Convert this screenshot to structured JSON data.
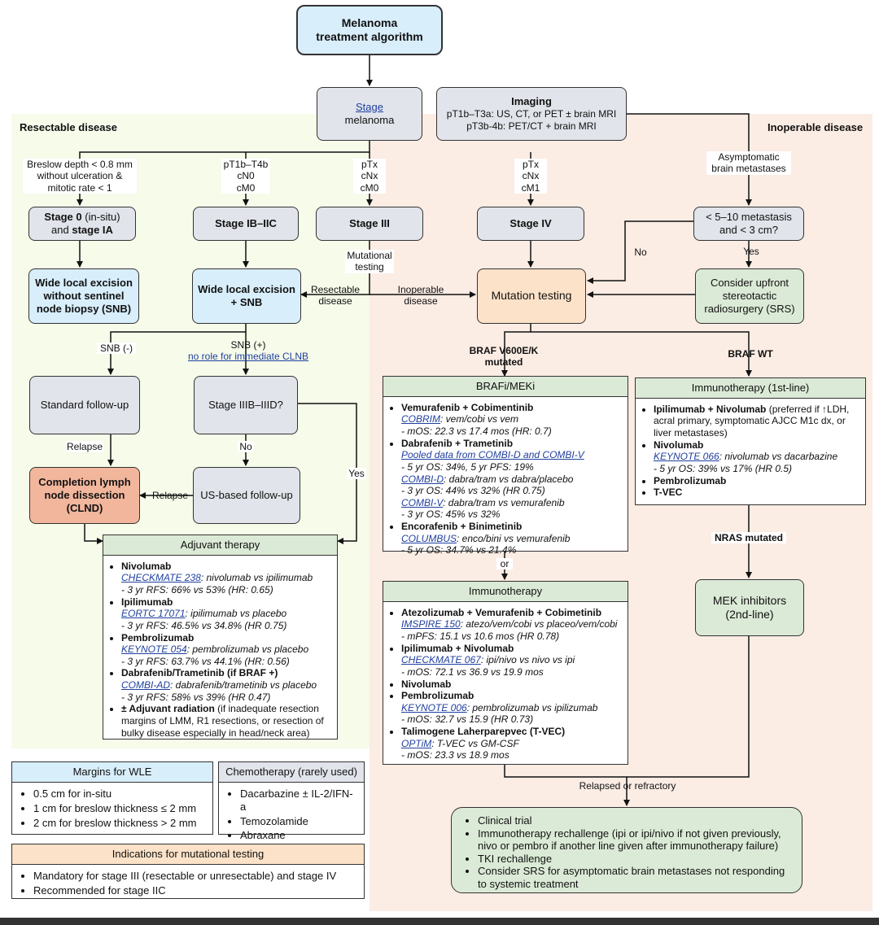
{
  "title": {
    "line1": "Melanoma",
    "line2": "treatment algorithm"
  },
  "regions": {
    "resectable": "Resectable disease",
    "inoperable": "Inoperable disease"
  },
  "stage_box": {
    "link": "Stage",
    "text": "melanoma"
  },
  "imaging": {
    "title": "Imaging",
    "line1": "pT1b–T3a: US, CT, or PET ± brain MRI",
    "line2": "pT3b-4b: PET/CT + brain MRI"
  },
  "criteria": {
    "c1": [
      "Breslow depth < 0.8 mm",
      "without ulceration &",
      "mitotic rate < 1"
    ],
    "c2": [
      "pT1b–T4b",
      "cN0",
      "cM0"
    ],
    "c3": [
      "pTx",
      "cNx",
      "cM0"
    ],
    "c4": [
      "pTx",
      "cNx",
      "cM1"
    ],
    "c5": [
      "Asymptomatic",
      "brain metastases"
    ]
  },
  "stage0": {
    "b1": "Stage 0",
    "t1": " (in-situ)",
    "t2": "and ",
    "b2": "stage IA"
  },
  "stage_ib": "Stage IB–IIC",
  "stage_iii": "Stage III",
  "stage_iv": "Stage IV",
  "mets_box": {
    "line1": "< 5–10 metastasis",
    "line2": "and < 3 cm?"
  },
  "wle_no_snb": {
    "line1": "Wide local excision",
    "line2": "without sentinel",
    "line3": "node biopsy (SNB)"
  },
  "wle_snb": {
    "line1": "Wide local excision",
    "line2": "+ SNB"
  },
  "mutation_testing": "Mutation testing",
  "srs": {
    "line1": "Consider upfront",
    "line2": "stereotactic",
    "line3": "radiosurgery (SRS)"
  },
  "edge_labels": {
    "mutational_testing": [
      "Mutational",
      "testing"
    ],
    "resectable": [
      "Resectable",
      "disease"
    ],
    "inoperable": [
      "Inoperable",
      "disease"
    ],
    "no": "No",
    "yes": "Yes",
    "snb_neg": "SNB (-)",
    "snb_pos": "SNB (+)",
    "no_role": "no role for immediate CLNB",
    "braf_mut": [
      "BRAF V600E/K",
      "mutated"
    ],
    "braf_wt": "BRAF WT",
    "relapse1": "Relapse",
    "relapse2": "Relapse",
    "no2": "No",
    "yes2": "Yes",
    "or": "or",
    "nras": "NRAS mutated",
    "relapsed": "Relapsed or refractory"
  },
  "standard_followup": "Standard follow-up",
  "stage_iiib": "Stage IIIB–IIID?",
  "us_followup": "US-based follow-up",
  "clnd": {
    "line1": "Completion lymph",
    "line2": "node dissection",
    "line3": "(CLND)"
  },
  "adjuvant": {
    "title": "Adjuvant therapy",
    "items": [
      {
        "name": "Nivolumab",
        "link": "CHECKMATE 238",
        "desc": ": nivolumab vs ipilimumab",
        "result": "- 3 yr RFS: 66% vs 53% (HR: 0.65)"
      },
      {
        "name": "Ipilimumab",
        "link": "EORTC 17071",
        "desc": ": ipilimumab vs placebo",
        "result": "- 3 yr RFS: 46.5% vs 34.8% (HR 0.75)"
      },
      {
        "name": "Pembrolizumab",
        "link": "KEYNOTE 054",
        "desc": ": pembrolizumab vs placebo",
        "result": "- 3 yr RFS: 63.7% vs 44.1% (HR: 0.56)"
      },
      {
        "name": "Dabrafenib/Trametinib (if BRAF +)",
        "link": "COMBI-AD",
        "desc": ": dabrafenib/trametinib vs placebo",
        "result": "- 3 yr RFS: 58% vs 39% (HR 0.47)"
      }
    ],
    "radiation_name": "± Adjuvant radiation",
    "radiation_desc": " (if inadequate resection margins of LMM, R1 resections, or resection of bulky disease especially in head/neck area)"
  },
  "brafmeki": {
    "title": "BRAFi/MEKi",
    "vc_name": "Vemurafenib + Cobimentinib",
    "vc_link": "COBRIM",
    "vc_desc": ": vem/cobi vs vem",
    "vc_res": "- mOS: 22.3 vs 17.4 mos (HR: 0.7)",
    "dt_name": "Dabrafenib + Trametinib",
    "dt_pool": "Pooled data from COMBI-D and COMBI-V",
    "dt_pool_res": "- 5 yr OS: 34%, 5 yr PFS: 19%",
    "dt_d_link": "COMBI-D",
    "dt_d_desc": ": dabra/tram vs dabra/placebo",
    "dt_d_res": "- 3 yr OS: 44% vs 32% (HR 0.75)",
    "dt_v_link": "COMBI-V",
    "dt_v_desc": ": dabra/tram vs vemurafenib",
    "dt_v_res": "- 3 yr OS: 45% vs 32%",
    "eb_name": "Encorafenib + Binimetinib",
    "eb_link": "COLUMBUS",
    "eb_desc": ": enco/bini vs vemurafenib",
    "eb_res": "- 5 yr OS: 34.7% vs 21.4%"
  },
  "immuno2": {
    "title": "Immunotherapy",
    "items": [
      {
        "name": "Atezolizumab + Vemurafenib + Cobimetinib",
        "link": "IMSPIRE 150",
        "desc": ": atezo/vem/cobi vs placeo/vem/cobi",
        "result": "- mPFS: 15.1 vs 10.6 mos (HR 0.78)"
      },
      {
        "name": "Ipilimumab + Nivolumab",
        "link": "CHECKMATE 067",
        "desc": ": ipi/nivo vs nivo vs ipi",
        "result": "- mOS: 72.1 vs 36.9 vs 19.9 mos"
      },
      {
        "name": "Nivolumab"
      },
      {
        "name": "Pembrolizumab",
        "link": "KEYNOTE 006",
        "desc": ": pembrolizumab vs ipilizumab",
        "result": "- mOS: 32.7 vs 15.9 (HR 0.73)"
      },
      {
        "name": "Talimogene Laherparepvec (T-VEC)",
        "link": "OPTiM",
        "desc": ": T-VEC vs GM-CSF",
        "result": "- mOS: 23.3 vs 18.9 mos"
      }
    ]
  },
  "immuno1": {
    "title": "Immunotherapy (1st-line)",
    "in_name": "Ipilimumab + Nivolumab",
    "in_desc": " (preferred if ↑LDH, acral primary, symptomatic AJCC M1c dx, or liver metastases)",
    "n_name": "Nivolumab",
    "n_link": "KEYNOTE 066",
    "n_desc": ": nivolumab vs dacarbazine",
    "n_res": "- 5 yr OS: 39% vs 17% (HR 0.5)",
    "p_name": "Pembrolizumab",
    "t_name": "T-VEC"
  },
  "mek": {
    "line1": "MEK inhibitors",
    "line2": "(2nd-line)"
  },
  "margins": {
    "title": "Margins for WLE",
    "items": [
      "0.5 cm for in-situ",
      "1 cm for breslow thickness ≤ 2 mm",
      "2 cm for breslow thickness > 2 mm"
    ]
  },
  "chemo": {
    "title": "Chemotherapy (rarely used)",
    "items": [
      "Dacarbazine ± IL-2/IFN-a",
      "Temozolamide",
      "Abraxane"
    ]
  },
  "indications": {
    "title": "Indications for mutational testing",
    "items": [
      "Mandatory for stage III (resectable or unresectable) and stage IV",
      "Recommended for stage IIC"
    ]
  },
  "trial": {
    "items": [
      "Clinical trial",
      "Immunotherapy rechallenge (ipi or ipi/nivo if not given previously, nivo or pembro if another line given after immunotherapy failure)",
      "TKI rechallenge",
      "Consider SRS for asymptomatic brain metastases not responding to systemic treatment"
    ]
  },
  "colors": {
    "gray": "#e1e4ea",
    "blue": "#d8eefb",
    "peach": "#fce2c8",
    "green": "#dbead6",
    "salmon": "#f2b69c",
    "resectable_bg": "#f6fbea",
    "inoperable_bg": "#fbece4",
    "link": "#1f3f9e"
  }
}
